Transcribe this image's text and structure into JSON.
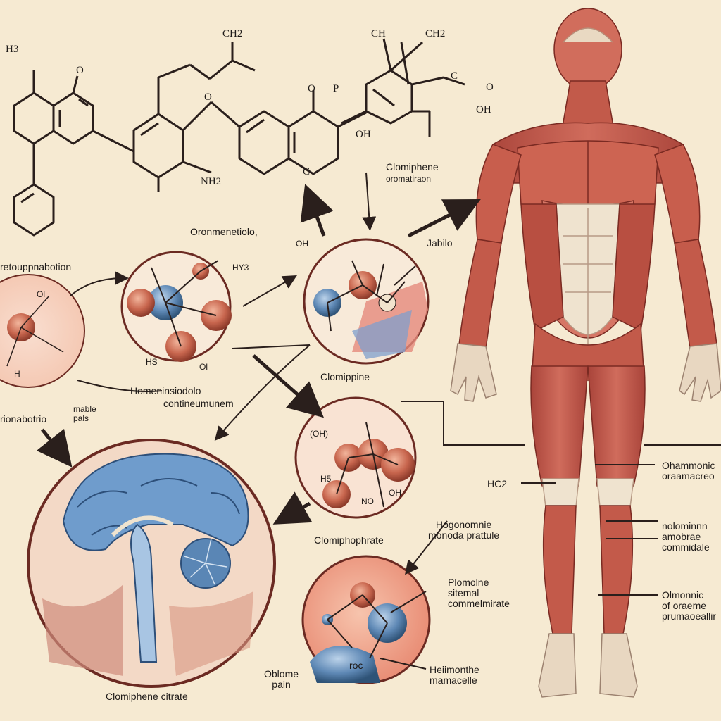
{
  "colors": {
    "paper": "#f6ead2",
    "ink": "#2a1f1c",
    "muscle": "#c65a4c",
    "muscle_dark": "#8f3027",
    "tendon": "#efe3cf",
    "brain_blue": "#6f9ccc",
    "arrow": "#7a1f1a",
    "node_red": "#c8664e",
    "node_blue": "#5e88b5"
  },
  "structure_atoms": {
    "ch2_a": "CH2",
    "ch_b": "CH",
    "ch2_c": "CH2",
    "h3": "H3",
    "o_left": "O",
    "o_mid": "O",
    "o_ring": "O",
    "p_top": "P",
    "oh_right": "OH",
    "nh2": "NH2",
    "c_low": "C",
    "c_right": "C",
    "o_far": "O",
    "oh_far": "OH"
  },
  "labels": {
    "clomiphene_top": "Clomiphene",
    "clomiphene_top_sub": "oromatiraon",
    "oronmenetio": "Oronmenetiolo,",
    "hy3": "HY3",
    "oh_c3": "OH",
    "jabilo": "Jabilo",
    "retroupnaborion": "retouppnabotion",
    "left_o": "Ol",
    "left_h": "H",
    "hs": "HS",
    "ol": "Ol",
    "clomippine": "Clomippine",
    "hormone_label": "Homeninsiodolo",
    "hormone_label_sub": "contineumunem",
    "rionabotrio": "rionabotrio",
    "mable_pals": "mable\npals",
    "c4_oh": "(OH)",
    "c4_oh2": "OH",
    "c4_h5": "H5",
    "c4_no": "NO",
    "clomiphophrate": "Clomiphophrate",
    "hogonomie": "Hogonomnie\nmonoda prattule",
    "plomone": "Plomolne\nsitemal\ncommelmirate",
    "roc": "roc",
    "heiimonthe": "Heiimonthe\nmamacelle",
    "oblome": "Oblome\npain",
    "clomiphene_citrate": "Clomiphene citrate",
    "hc2": "HC2",
    "ohammonic": "Ohammonic\noraamacreo",
    "nolomininn": "nolominnn\namobrae\ncommidale",
    "olmonnic": "Olmonnic\nof oraeme\nprumaoeallir"
  }
}
